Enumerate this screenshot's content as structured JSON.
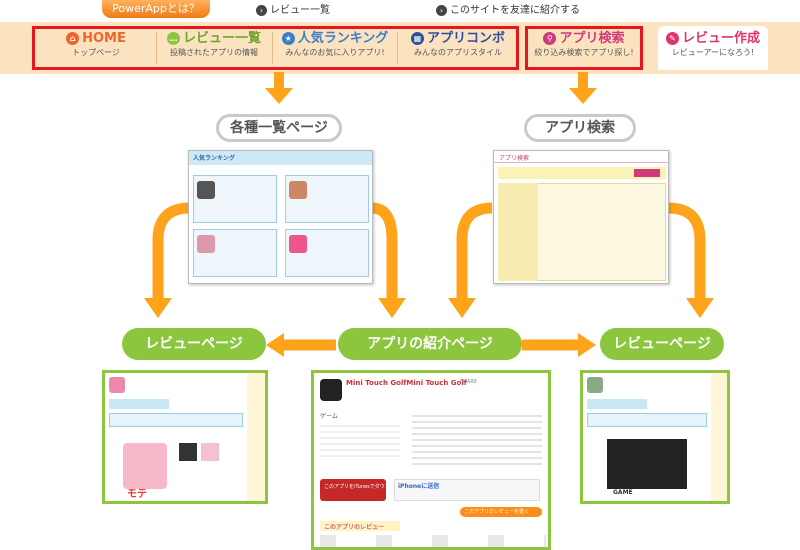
{
  "topbar": {
    "powerapp_label": "PowerAppとは？",
    "links": [
      "レビュー一覧",
      "このサイトを友達に紹介する"
    ]
  },
  "nav": {
    "items": [
      {
        "title": "HOME",
        "sub": "トップページ",
        "icon": "house-icon",
        "color": "#f0642d"
      },
      {
        "title": "レビュー一覧",
        "sub": "投稿されたアプリの情報",
        "icon": "speech-bubble-icon",
        "color": "#8cc63f"
      },
      {
        "title": "人気ランキング",
        "sub": "みんなのお気に入りアプリ!",
        "icon": "star-icon",
        "color": "#3a7fc5"
      },
      {
        "title": "アプリコンボ",
        "sub": "みんなのアプリスタイル",
        "icon": "app-grid-icon",
        "color": "#2f4f9e"
      },
      {
        "title": "アプリ検索",
        "sub": "絞り込み検索でアプリ探し!",
        "icon": "search-icon",
        "color": "#d13a7a"
      },
      {
        "title": "レビュー作成",
        "sub": "レビューアーになろう!",
        "icon": "pencil-icon",
        "color": "#e2336b"
      }
    ]
  },
  "flow": {
    "list_pages": "各種一覧ページ",
    "app_search": "アプリ検索",
    "review_page_left": "レビューページ",
    "app_intro_page": "アプリの紹介ページ",
    "review_page_right": "レビューページ"
  },
  "thumbnails": {
    "ranking_header": "人気ランキング",
    "search_header": "アプリ検索",
    "intro_title": "Mini Touch GolfMini Touch Golf",
    "intro_share": "SHARE",
    "intro_category": "ゲーム",
    "intro_itunes": "このアプリをiTunesでダウンロード",
    "intro_iphone": "iPhoneに送信",
    "intro_review_btn": "このアプリのレビューを書く",
    "intro_reviews": "このアプリのレビュー",
    "left_review_tag": "モテ",
    "right_review_tag": "GAME"
  }
}
